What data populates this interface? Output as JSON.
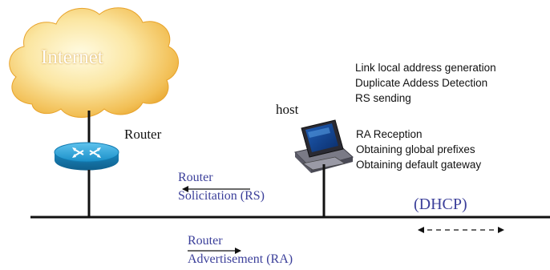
{
  "diagram": {
    "internet_label": "Internet",
    "router_label": "Router",
    "host_label": "host",
    "host_steps_send": [
      "Link local address generation",
      "Duplicate Addess Detection",
      "RS sending"
    ],
    "host_steps_receive": [
      "RA Reception",
      "Obtaining global prefixes",
      "Obtaining default gateway"
    ],
    "rs_label_line1": "Router",
    "rs_label_line2": "Solicitation (RS)",
    "ra_label_line1": "Router",
    "ra_label_line2": "Advertisement (RA)",
    "dhcp_label": "(DHCP)"
  },
  "colors": {
    "cloud_light": "#fdf3c8",
    "cloud_dark": "#e8a020",
    "router_blue": "#1f9bd1",
    "label_blue": "#3b3f9a"
  },
  "icons": [
    "cloud-icon",
    "router-icon",
    "computer-icon"
  ]
}
